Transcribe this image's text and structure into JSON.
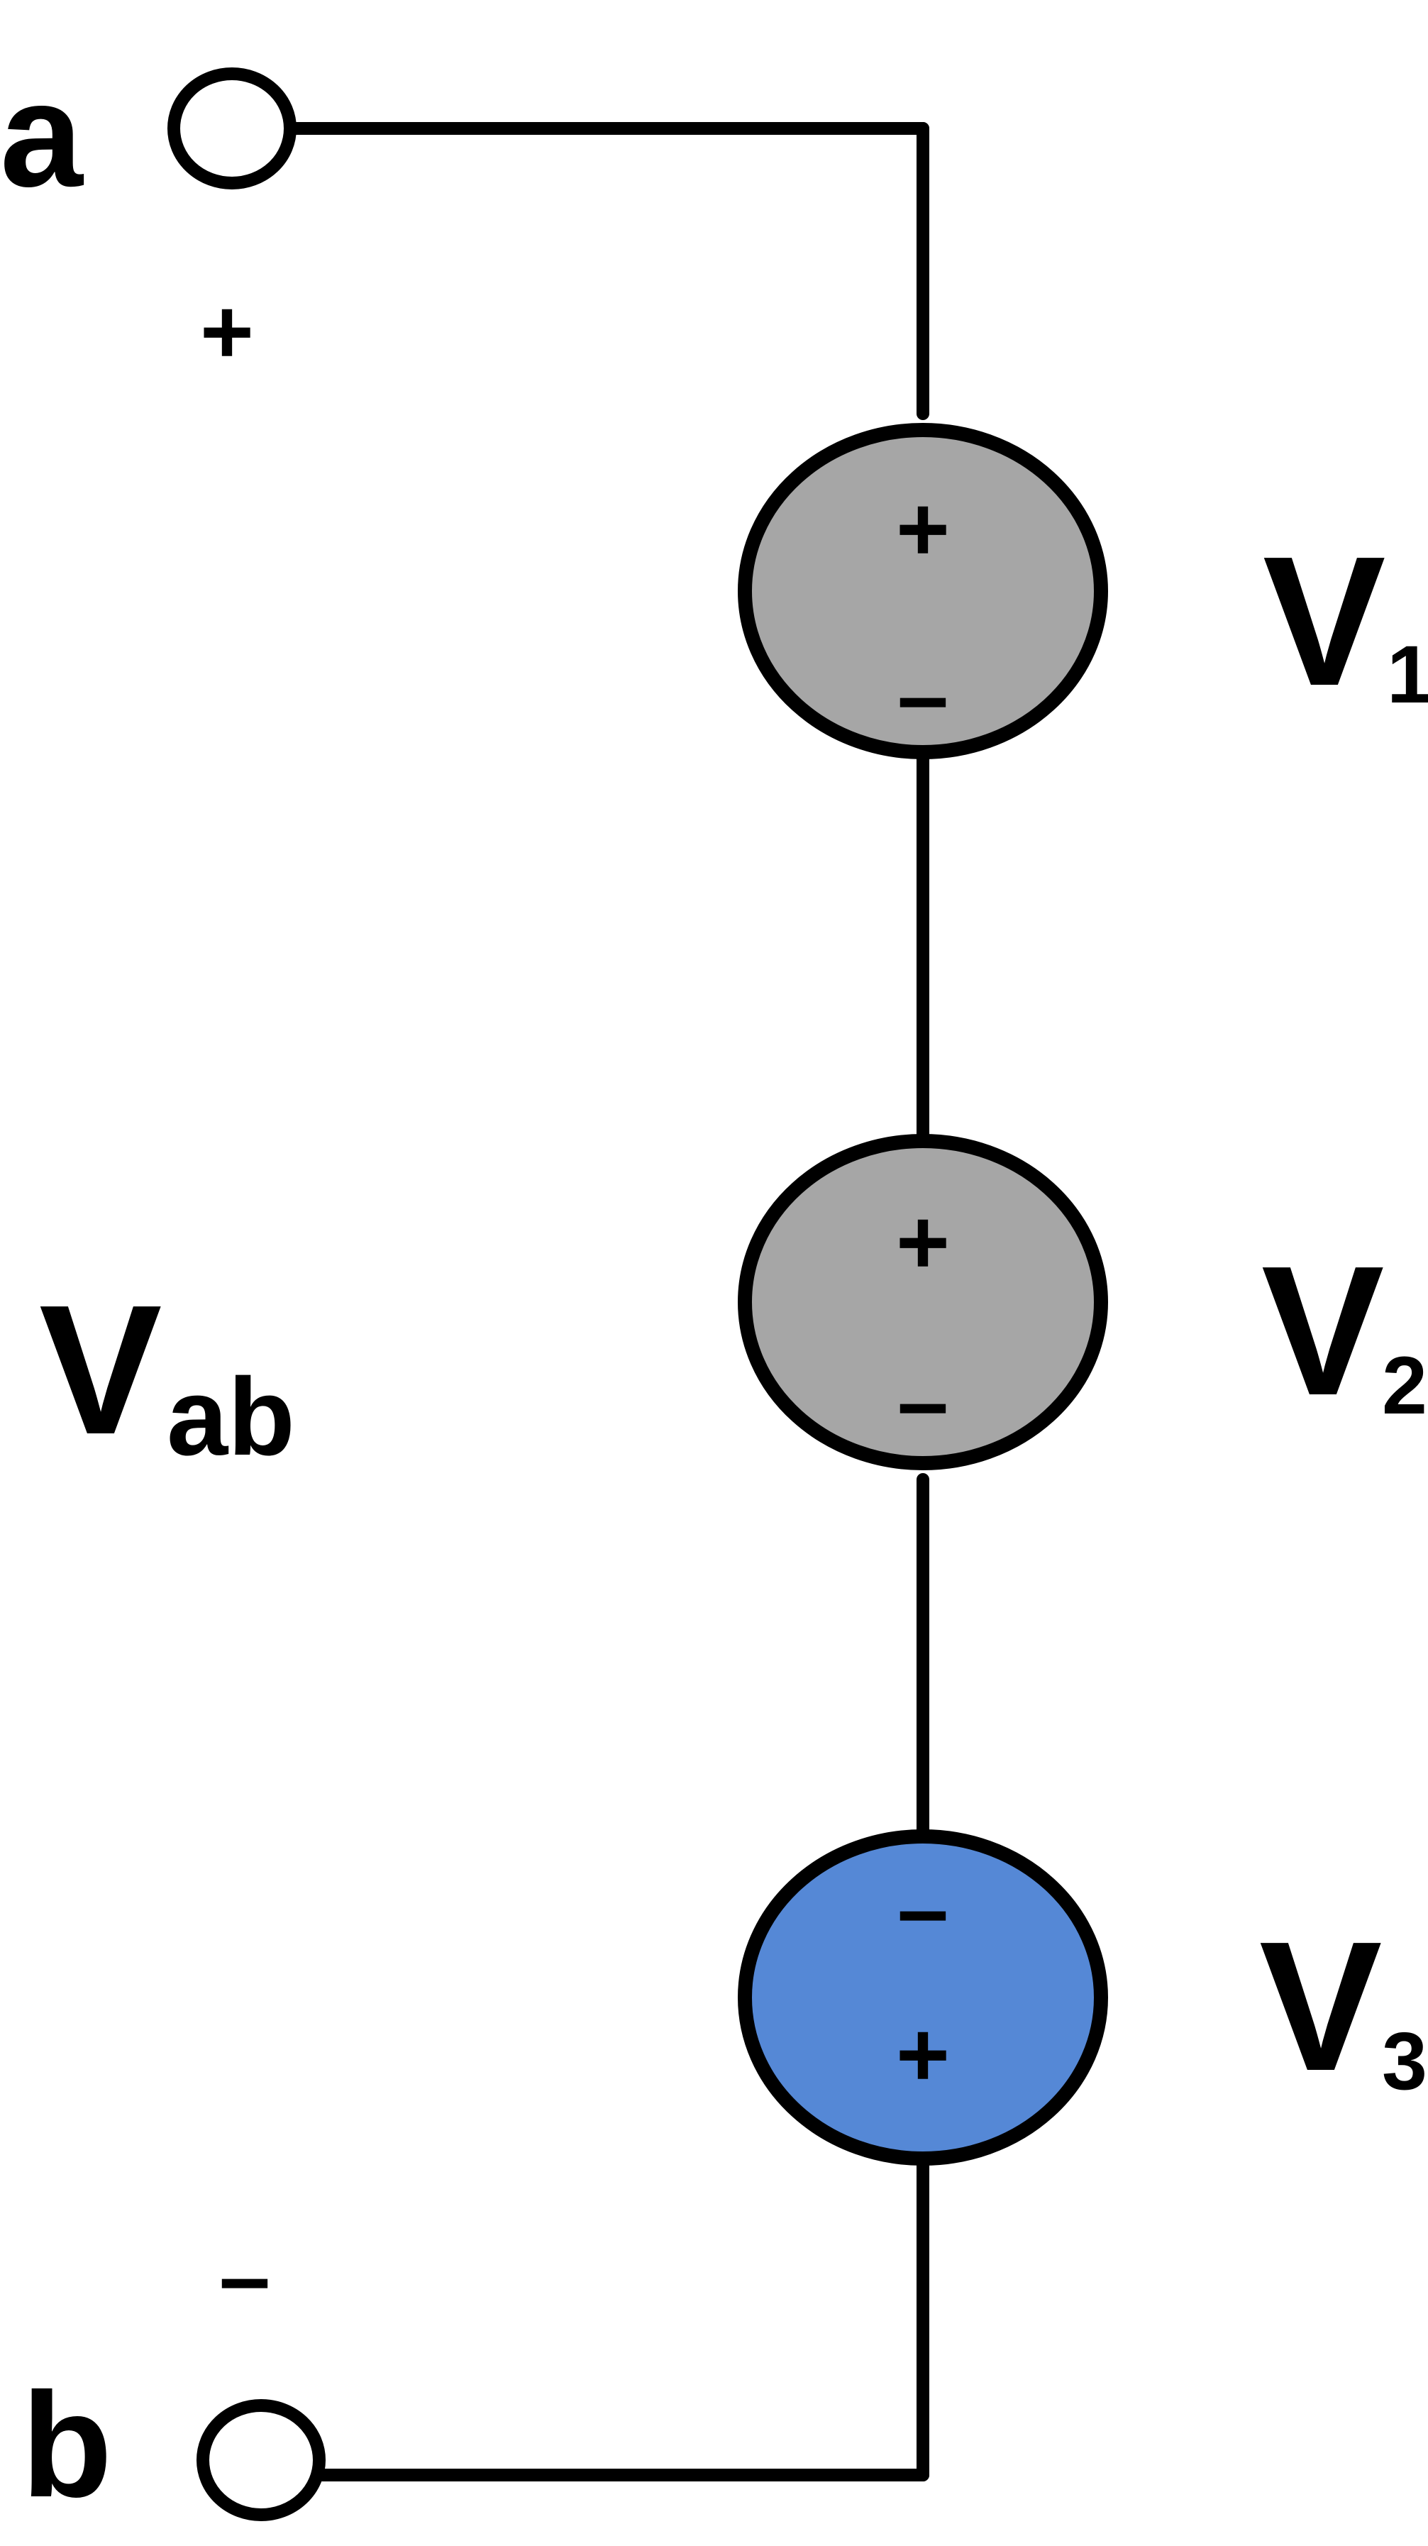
{
  "terminals": {
    "a": {
      "label": "a",
      "sign": "+"
    },
    "b": {
      "label": "b",
      "sign": "–"
    }
  },
  "vab": {
    "main": "V",
    "sub": "ab"
  },
  "sources": [
    {
      "main": "V",
      "sub": "1",
      "top_sign": "+",
      "bottom_sign": "–",
      "fill": "#a6a6a6"
    },
    {
      "main": "V",
      "sub": "2",
      "top_sign": "+",
      "bottom_sign": "–",
      "fill": "#a6a6a6"
    },
    {
      "main": "V",
      "sub": "3",
      "top_sign": "–",
      "bottom_sign": "+",
      "fill": "#5588d6"
    }
  ],
  "colors": {
    "stroke": "#000000",
    "background": "#ffffff"
  }
}
